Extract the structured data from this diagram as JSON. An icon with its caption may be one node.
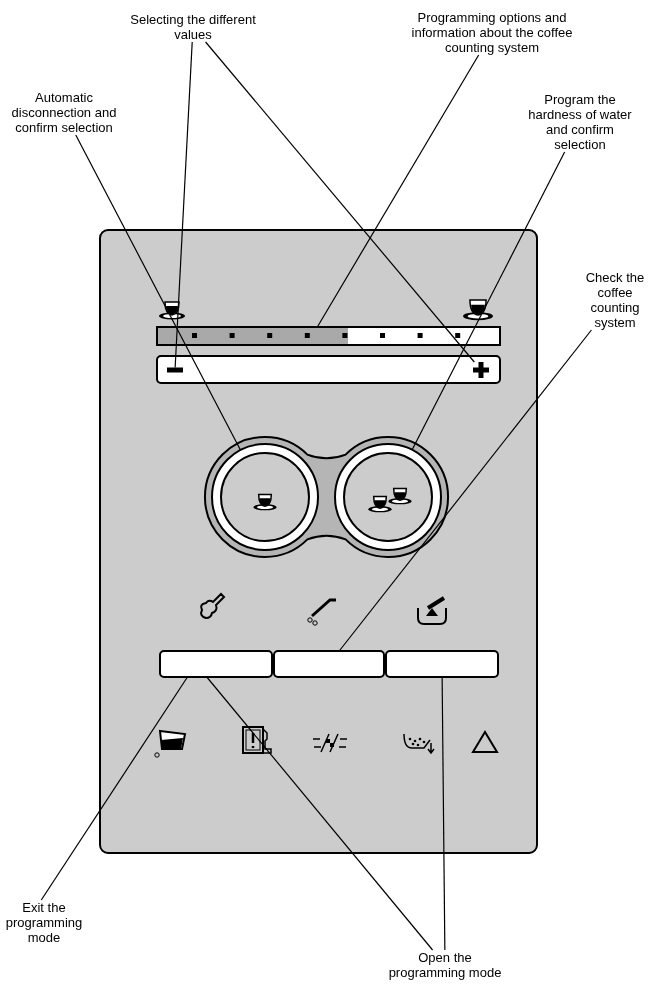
{
  "diagram": {
    "nodes": [
      {
        "text": [
          "Selecting the different values"
        ]
      },
      {
        "text": [
          "Programming options and information about the coffee counting system"
        ]
      },
      {
        "text": [
          "Automatic disconnection and confirm selection"
        ]
      },
      {
        "text": [
          "Program the hardness of water and confirm selection"
        ]
      },
      {
        "text": [
          "Check the coffee counting system"
        ]
      },
      {
        "text": [
          "Exit the programming mode"
        ]
      },
      {
        "text": [
          "Open the programming mode"
        ]
      },
      {
        "text": [],
        "shape": "minus"
      },
      {
        "text": [],
        "shape": "plus"
      },
      {
        "text": [],
        "shape": "bar"
      },
      {
        "text": [],
        "shape": "circle"
      },
      {
        "text": [],
        "shape": "circle"
      },
      {
        "text": [],
        "shape": "box"
      },
      {
        "text": [],
        "shape": "box"
      },
      {
        "text": [],
        "shape": "box"
      }
    ],
    "edges": [
      {
        "from": 0,
        "to": 7,
        "arrow": "none"
      },
      {
        "from": 0,
        "to": 8,
        "arrow": "none"
      },
      {
        "from": 1,
        "to": 9,
        "arrow": "none"
      },
      {
        "from": 2,
        "to": 10,
        "arrow": "none"
      },
      {
        "from": 3,
        "to": 11,
        "arrow": "none"
      },
      {
        "from": 4,
        "to": 13,
        "arrow": "none"
      },
      {
        "from": 5,
        "to": 12,
        "arrow": "none"
      },
      {
        "from": 6,
        "to": 12,
        "arrow": "none"
      },
      {
        "from": 6,
        "to": 14,
        "arrow": "none"
      }
    ]
  }
}
